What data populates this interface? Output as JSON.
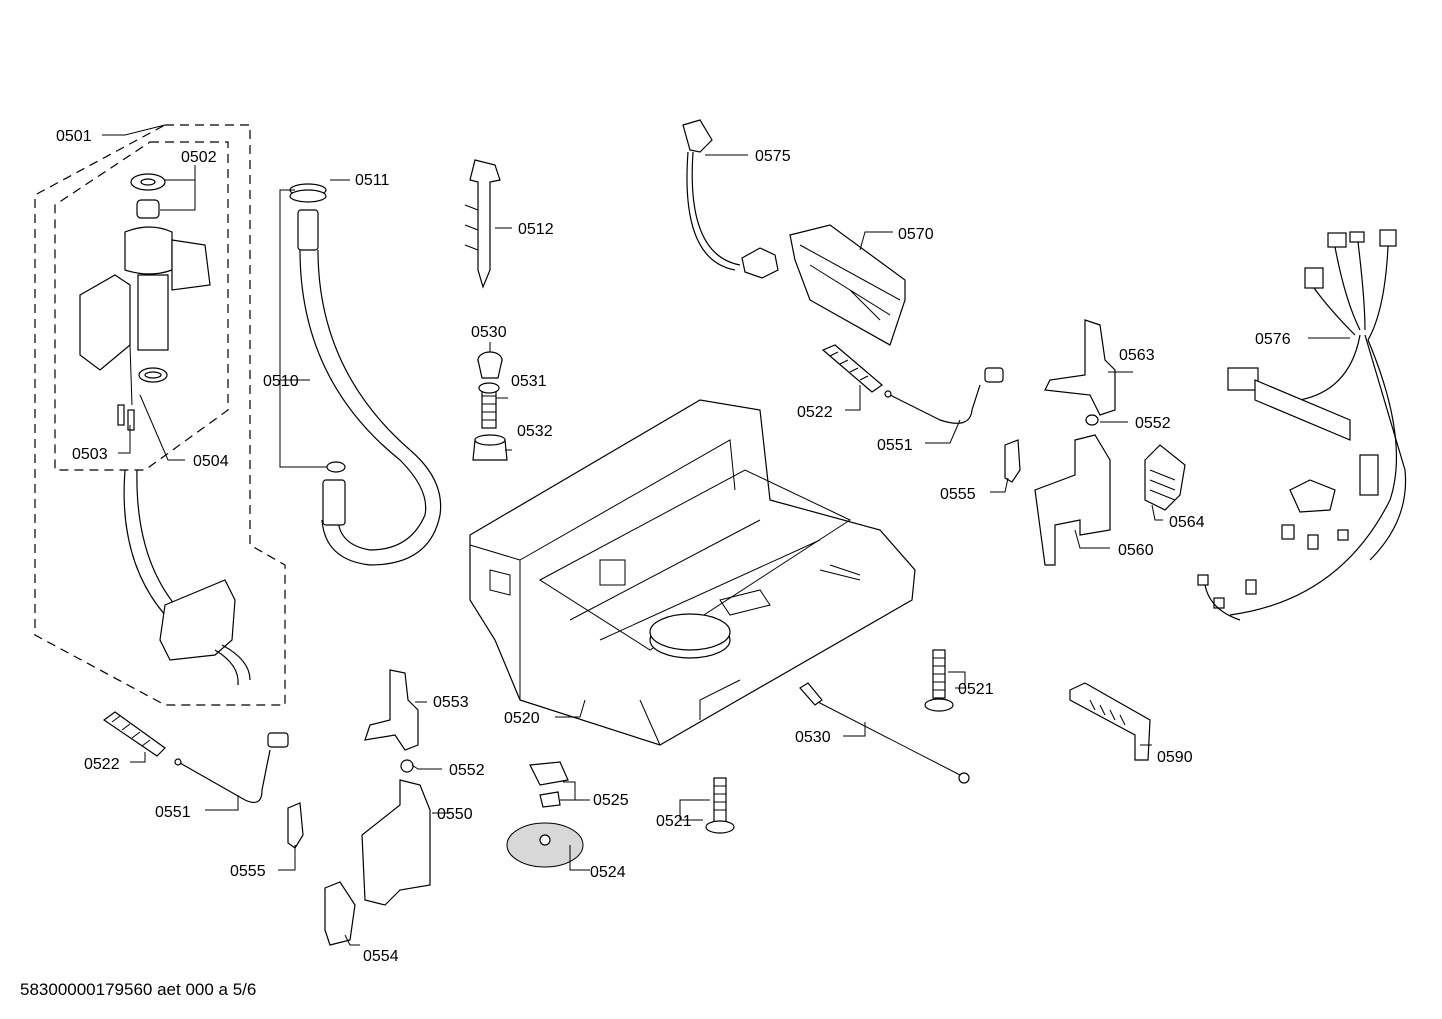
{
  "labels": {
    "l0501": "0501",
    "l0502": "0502",
    "l0503": "0503",
    "l0504": "0504",
    "l0510": "0510",
    "l0511": "0511",
    "l0512": "0512",
    "l0530a": "0530",
    "l0531": "0531",
    "l0532": "0532",
    "l0575": "0575",
    "l0570": "0570",
    "l0522a": "0522",
    "l0551a": "0551",
    "l0555a": "0555",
    "l0563": "0563",
    "l0552a": "0552",
    "l0564": "0564",
    "l0560": "0560",
    "l0576": "0576",
    "l0520": "0520",
    "l0521a": "0521",
    "l0530b": "0530",
    "l0590": "0590",
    "l0553": "0553",
    "l0552b": "0552",
    "l0550": "0550",
    "l0554": "0554",
    "l0522b": "0522",
    "l0551b": "0551",
    "l0555b": "0555",
    "l0525": "0525",
    "l0524": "0524",
    "l0521b": "0521"
  },
  "footer": {
    "document_id": "58300000179560 aet 000 a 5/6"
  }
}
